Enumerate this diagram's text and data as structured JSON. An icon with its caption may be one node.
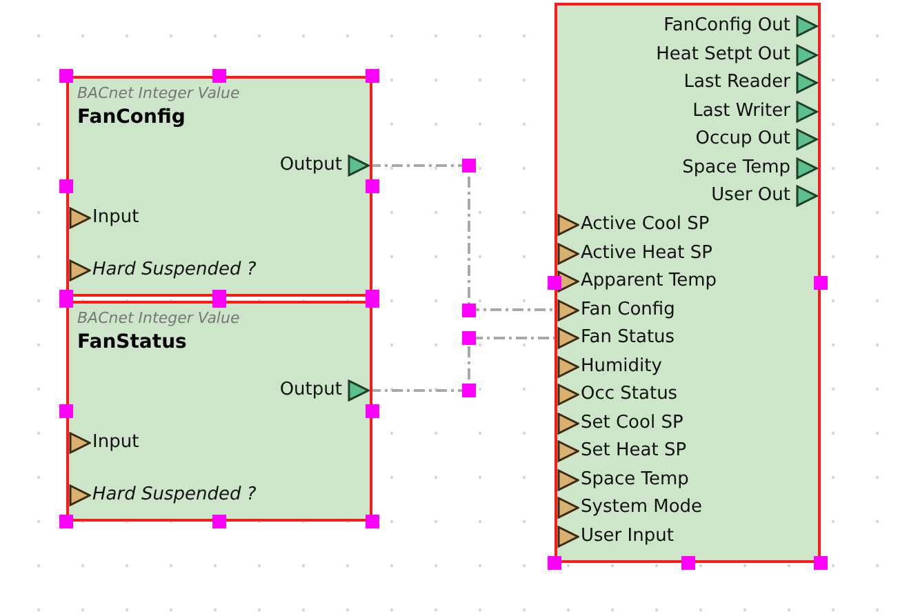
{
  "diagram": {
    "nodes": [
      {
        "text": [
          "BACnet Integer Value",
          "FanConfig"
        ]
      },
      {
        "text": [
          "Output"
        ],
        "in": 0
      },
      {
        "text": [
          "Input"
        ],
        "in": 0
      },
      {
        "text": [
          "Hard Suspended ?"
        ],
        "in": 0
      },
      {
        "text": [
          "BACnet Integer Value",
          "FanStatus"
        ]
      },
      {
        "text": [
          "Output"
        ],
        "in": 4
      },
      {
        "text": [
          "Input"
        ],
        "in": 4
      },
      {
        "text": [
          "Hard Suspended ?"
        ],
        "in": 4
      },
      {
        "text": [],
        "shape": "box"
      },
      {
        "text": [
          "FanConfig Out"
        ],
        "in": 8
      },
      {
        "text": [
          "Heat Setpt Out"
        ],
        "in": 8
      },
      {
        "text": [
          "Last Reader"
        ],
        "in": 8
      },
      {
        "text": [
          "Last Writer"
        ],
        "in": 8
      },
      {
        "text": [
          "Occup Out"
        ],
        "in": 8
      },
      {
        "text": [
          "Space Temp"
        ],
        "in": 8
      },
      {
        "text": [
          "User Out"
        ],
        "in": 8
      },
      {
        "text": [
          "Active Cool SP"
        ],
        "in": 8
      },
      {
        "text": [
          "Active Heat SP"
        ],
        "in": 8
      },
      {
        "text": [
          "Apparent Temp"
        ],
        "in": 8
      },
      {
        "text": [
          "Fan Config"
        ],
        "in": 8
      },
      {
        "text": [
          "Fan Status"
        ],
        "in": 8
      },
      {
        "text": [
          "Humidity"
        ],
        "in": 8
      },
      {
        "text": [
          "Occ Status"
        ],
        "in": 8
      },
      {
        "text": [
          "Set Cool SP"
        ],
        "in": 8
      },
      {
        "text": [
          "Set Heat SP"
        ],
        "in": 8
      },
      {
        "text": [
          "Space Temp"
        ],
        "in": 8
      },
      {
        "text": [
          "System Mode"
        ],
        "in": 8
      },
      {
        "text": [
          "User Input"
        ],
        "in": 8
      }
    ],
    "edges": [
      {
        "from": 1,
        "to": 19,
        "arrow": "none",
        "style": "dashed"
      },
      {
        "from": 5,
        "to": 20,
        "arrow": "none",
        "style": "dashed"
      }
    ]
  }
}
